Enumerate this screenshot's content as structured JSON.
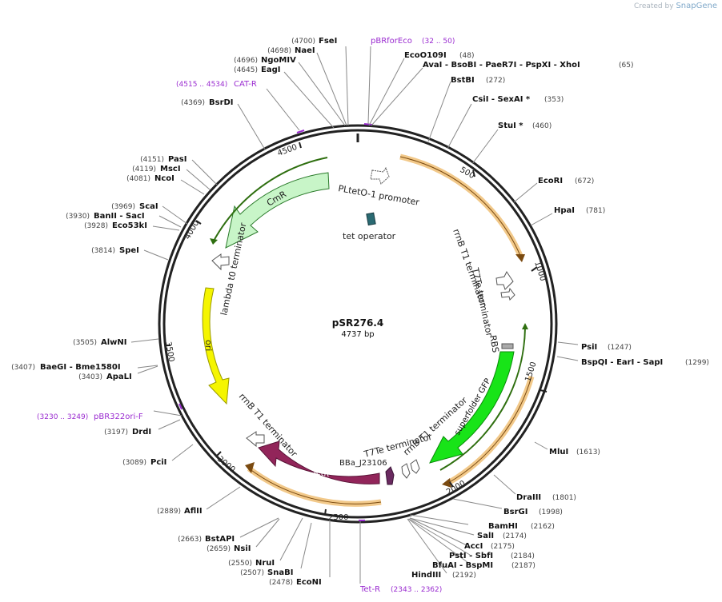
{
  "credit": {
    "prefix": "Created by",
    "brand": "SnapGene"
  },
  "plasmid": {
    "name": "pSR276.4",
    "length_bp": 4737,
    "length_label": "4737 bp"
  },
  "colors": {
    "backbone": "#222222",
    "feature_orange": "#f2c98a",
    "feature_orange_edge": "#c9871e",
    "cmr": "#c8f5c8",
    "ori": "#f5f500",
    "tetr": "#92255a",
    "gfp": "#18e418",
    "tet_operator": "#2a6a72",
    "promoter_fill": "#ffffff",
    "primer": "#9a2bd0",
    "label_gray": "#666666"
  },
  "ticks": [
    "500",
    "1000",
    "1500",
    "2000",
    "2500",
    "3000",
    "3500",
    "4000",
    "4500"
  ],
  "enzymes": [
    {
      "pos": "(4700)",
      "name": "FseI"
    },
    {
      "pos": "(4698)",
      "name": "NaeI"
    },
    {
      "pos": "(4696)",
      "name": "NgoMIV"
    },
    {
      "pos": "(4645)",
      "name": "EagI"
    },
    {
      "pos": "(4369)",
      "name": "BsrDI"
    },
    {
      "pos": "(48)",
      "name": "EcoO109I"
    },
    {
      "pos": "(65)",
      "name": "AvaI - BsoBI - PaeR7I - PspXI - XhoI"
    },
    {
      "pos": "(272)",
      "name": "BstBI"
    },
    {
      "pos": "(353)",
      "name": "CsiI - SexAI *"
    },
    {
      "pos": "(460)",
      "name": "StuI *"
    },
    {
      "pos": "(672)",
      "name": "EcoRI"
    },
    {
      "pos": "(781)",
      "name": "HpaI"
    },
    {
      "pos": "(1247)",
      "name": "PsiI"
    },
    {
      "pos": "(1299)",
      "name": "BspQI - EarI - SapI"
    },
    {
      "pos": "(1613)",
      "name": "MluI"
    },
    {
      "pos": "(1801)",
      "name": "DraIII"
    },
    {
      "pos": "(1998)",
      "name": "BsrGI"
    },
    {
      "pos": "(2162)",
      "name": "BamHI"
    },
    {
      "pos": "(2174)",
      "name": "SalI"
    },
    {
      "pos": "(2175)",
      "name": "AccI"
    },
    {
      "pos": "(2184)",
      "name": "PstI - SbfI"
    },
    {
      "pos": "(2187)",
      "name": "BfuAI - BspMI"
    },
    {
      "pos": "(2192)",
      "name": "HindIII"
    },
    {
      "pos": "(2478)",
      "name": "EcoNI"
    },
    {
      "pos": "(2507)",
      "name": "SnaBI"
    },
    {
      "pos": "(2550)",
      "name": "NruI"
    },
    {
      "pos": "(2659)",
      "name": "NsiI"
    },
    {
      "pos": "(2663)",
      "name": "BstAPI"
    },
    {
      "pos": "(2889)",
      "name": "AflII"
    },
    {
      "pos": "(3089)",
      "name": "PciI"
    },
    {
      "pos": "(3197)",
      "name": "DrdI"
    },
    {
      "pos": "(3403)",
      "name": "ApaLI"
    },
    {
      "pos": "(3407)",
      "name": "BaeGI - Bme1580I"
    },
    {
      "pos": "(3505)",
      "name": "AlwNI"
    },
    {
      "pos": "(3814)",
      "name": "SpeI"
    },
    {
      "pos": "(3928)",
      "name": "Eco53kI"
    },
    {
      "pos": "(3930)",
      "name": "BanII - SacI"
    },
    {
      "pos": "(3969)",
      "name": "ScaI"
    },
    {
      "pos": "(4081)",
      "name": "NcoI"
    },
    {
      "pos": "(4119)",
      "name": "MscI"
    },
    {
      "pos": "(4151)",
      "name": "PasI"
    }
  ],
  "primers": [
    {
      "name": "pBRforEco",
      "range": "(32 .. 50)"
    },
    {
      "name": "CAT-R",
      "range": "(4515 .. 4534)"
    },
    {
      "name": "pBR322ori-F",
      "range": "(3230 .. 3249)"
    },
    {
      "name": "Tet-R",
      "range": "(2343 .. 2362)"
    }
  ],
  "features": [
    {
      "name": "CmR"
    },
    {
      "name": "ori"
    },
    {
      "name": "TetR"
    },
    {
      "name": "superfolder GFP"
    },
    {
      "name": "PLtetO-1 promoter"
    },
    {
      "name": "tet operator"
    },
    {
      "name": "rrnB T1 terminator"
    },
    {
      "name": "T7Te terminator"
    },
    {
      "name": "RBS"
    },
    {
      "name": "lambda t0 terminator"
    },
    {
      "name": "BBa_J23106"
    }
  ]
}
